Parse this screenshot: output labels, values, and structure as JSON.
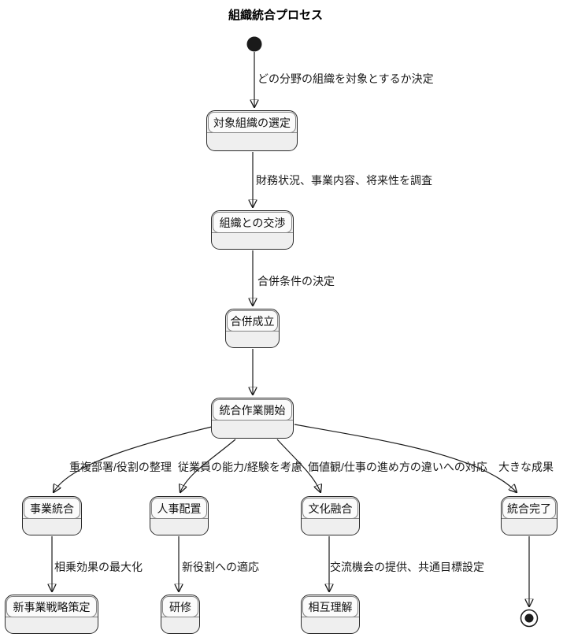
{
  "title": "組織統合プロセス",
  "diagram_type": "state-diagram",
  "colors": {
    "background": "#ffffff",
    "state_fill": "#efefef",
    "state_header_fill": "#fbfbfb",
    "state_border": "#2b2b2b",
    "compartment_border": "#848484",
    "edge": "#1a1a1a",
    "text": "#111111"
  },
  "states": {
    "select_target": {
      "label": "対象組織の選定"
    },
    "negotiation": {
      "label": "組織との交渉"
    },
    "merger_established": {
      "label": "合併成立"
    },
    "integration_start": {
      "label": "統合作業開始"
    },
    "business_integration": {
      "label": "事業統合"
    },
    "personnel_placement": {
      "label": "人事配置"
    },
    "culture_fusion": {
      "label": "文化融合"
    },
    "integration_complete": {
      "label": "統合完了"
    },
    "new_strategy": {
      "label": "新事業戦略策定"
    },
    "training": {
      "label": "研修"
    },
    "mutual_understanding": {
      "label": "相互理解"
    }
  },
  "transitions": {
    "t1": {
      "from": "start",
      "to": "select_target",
      "label": "どの分野の組織を対象とするか決定"
    },
    "t2": {
      "from": "select_target",
      "to": "negotiation",
      "label": "財務状況、事業内容、将来性を調査"
    },
    "t3": {
      "from": "negotiation",
      "to": "merger_established",
      "label": "合併条件の決定"
    },
    "t4": {
      "from": "merger_established",
      "to": "integration_start",
      "label": ""
    },
    "t5": {
      "from": "integration_start",
      "to": "business_integration",
      "label": "重複部署/役割の整理"
    },
    "t6": {
      "from": "integration_start",
      "to": "personnel_placement",
      "label": "従業員の能力/経験を考慮"
    },
    "t7": {
      "from": "integration_start",
      "to": "culture_fusion",
      "label": "価値観/仕事の進め方の違いへの対応"
    },
    "t8": {
      "from": "integration_start",
      "to": "integration_complete",
      "label": "大きな成果"
    },
    "t9": {
      "from": "business_integration",
      "to": "new_strategy",
      "label": "相乗効果の最大化"
    },
    "t10": {
      "from": "personnel_placement",
      "to": "training",
      "label": "新役割への適応"
    },
    "t11": {
      "from": "culture_fusion",
      "to": "mutual_understanding",
      "label": "交流機会の提供、共通目標設定"
    },
    "t12": {
      "from": "integration_complete",
      "to": "end",
      "label": ""
    }
  }
}
